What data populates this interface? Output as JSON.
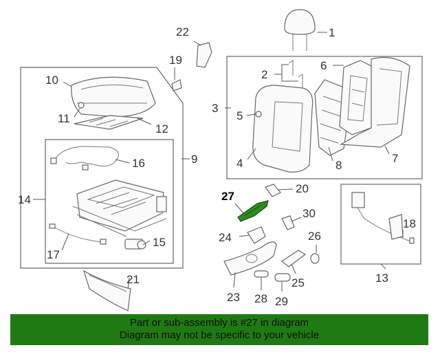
{
  "callouts": {
    "c1": "1",
    "c2": "2",
    "c3": "3",
    "c4": "4",
    "c5": "5",
    "c6": "6",
    "c7": "7",
    "c8": "8",
    "c9": "9",
    "c10": "10",
    "c11": "11",
    "c12": "12",
    "c13": "13",
    "c14": "14",
    "c15": "15",
    "c16": "16",
    "c17": "17",
    "c18": "18",
    "c19": "19",
    "c20": "20",
    "c21": "21",
    "c22": "22",
    "c23": "23",
    "c24": "24",
    "c25": "25",
    "c26": "26",
    "c27": "27",
    "c28": "28",
    "c29": "29",
    "c30": "30"
  },
  "highlight": {
    "part_number": "27",
    "color": "#2e8b1e"
  },
  "footer": {
    "line1": "Part or sub-assembly is #27 in diagram",
    "line2": "Diagram may not be specific to your vehicle",
    "background": "#1f7a14"
  }
}
